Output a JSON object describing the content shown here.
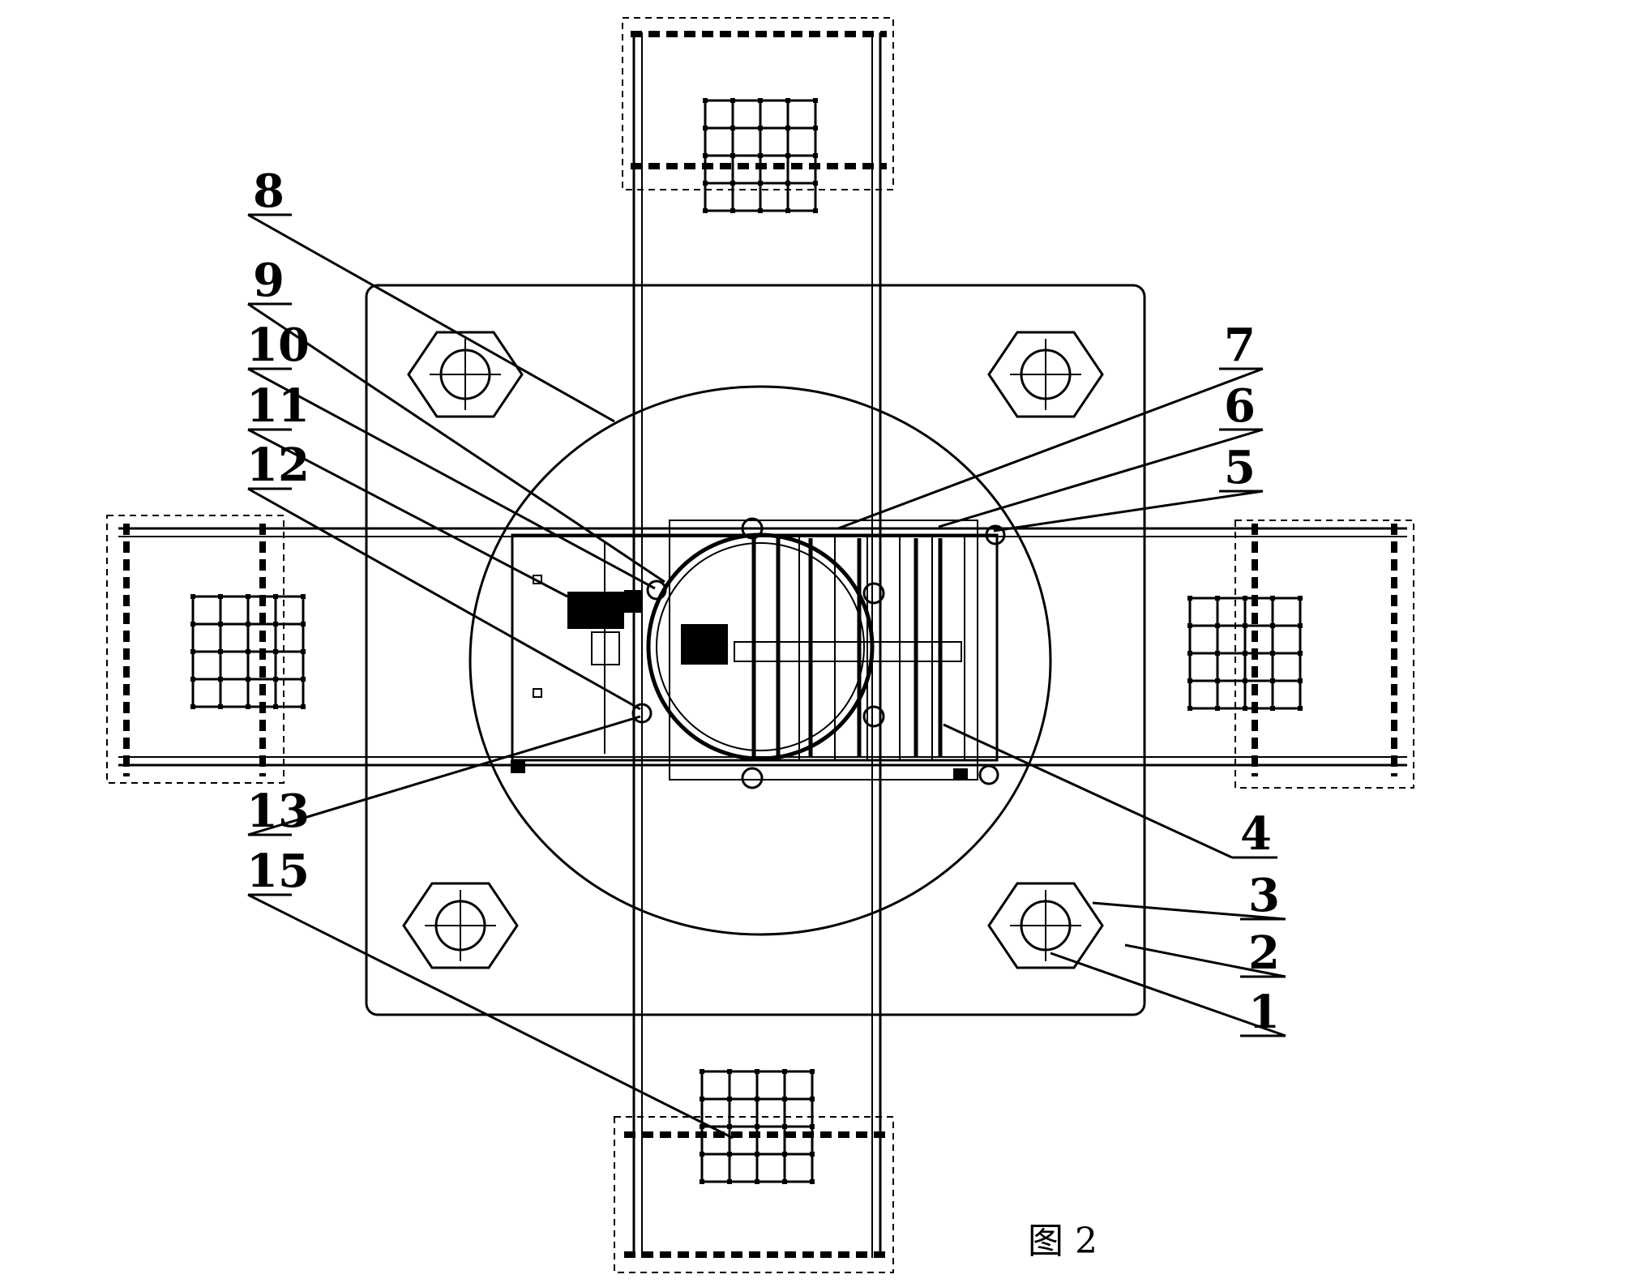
{
  "figure": {
    "caption": "图 2",
    "callouts": [
      {
        "id": "c8",
        "text": "8"
      },
      {
        "id": "c9",
        "text": "9"
      },
      {
        "id": "c10",
        "text": "10"
      },
      {
        "id": "c11",
        "text": "11"
      },
      {
        "id": "c12",
        "text": "12"
      },
      {
        "id": "c13",
        "text": "13"
      },
      {
        "id": "c15",
        "text": "15"
      },
      {
        "id": "c7",
        "text": "7"
      },
      {
        "id": "c6",
        "text": "6"
      },
      {
        "id": "c5",
        "text": "5"
      },
      {
        "id": "c4",
        "text": "4"
      },
      {
        "id": "c3",
        "text": "3"
      },
      {
        "id": "c2",
        "text": "2"
      },
      {
        "id": "c1",
        "text": "1"
      }
    ]
  }
}
